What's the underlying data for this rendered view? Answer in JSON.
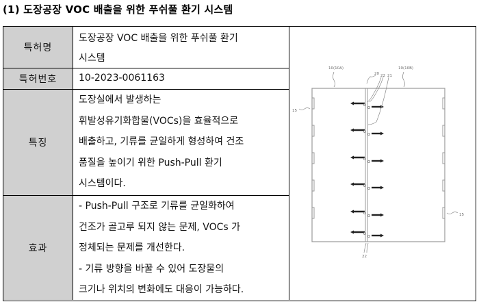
{
  "document": {
    "title": "(1) 도장공장 VOC 배출을 위한 푸쉬풀 환기 시스템"
  },
  "table": {
    "rows": [
      {
        "label": "특허명",
        "lines": [
          "도장공장 VOC 배출을 위한 푸쉬풀 환기",
          "시스템"
        ]
      },
      {
        "label": "특허번호",
        "lines": [
          "10-2023-0061163"
        ]
      },
      {
        "label": "특징",
        "lines": [
          "도장실에서 발생하는",
          "휘발성유기화합물(VOCs)을 효율적으로",
          "배출하고, 기류를 균일하게 형성하여 건조",
          "품질을 높이기 위한 Push-Pull 환기",
          "시스템이다."
        ]
      },
      {
        "label": "효과",
        "lines": [
          "- Push-Pull 구조로 기류를 균일화하여",
          "건조가 골고루 되지 않는 문제, VOCs 가",
          "정체되는 문제를 개선한다.",
          "- 기류 방향을 바꿀 수 있어 도장물의",
          "크기나 위치의 변화에도 대응이 가능하다."
        ]
      }
    ]
  },
  "figure": {
    "labels": {
      "left_room": "10(10A)",
      "right_room": "10(10B)",
      "partition": "20",
      "nozzle_a": "22",
      "nozzle_b": "21",
      "bottom_nozzle": "22",
      "left_vent": "15",
      "right_vent": "15"
    },
    "arrow_rows": 6,
    "colors": {
      "line": "#9a9a9a",
      "arrow": "#222222",
      "label_bg": "#d0d0d0"
    }
  }
}
